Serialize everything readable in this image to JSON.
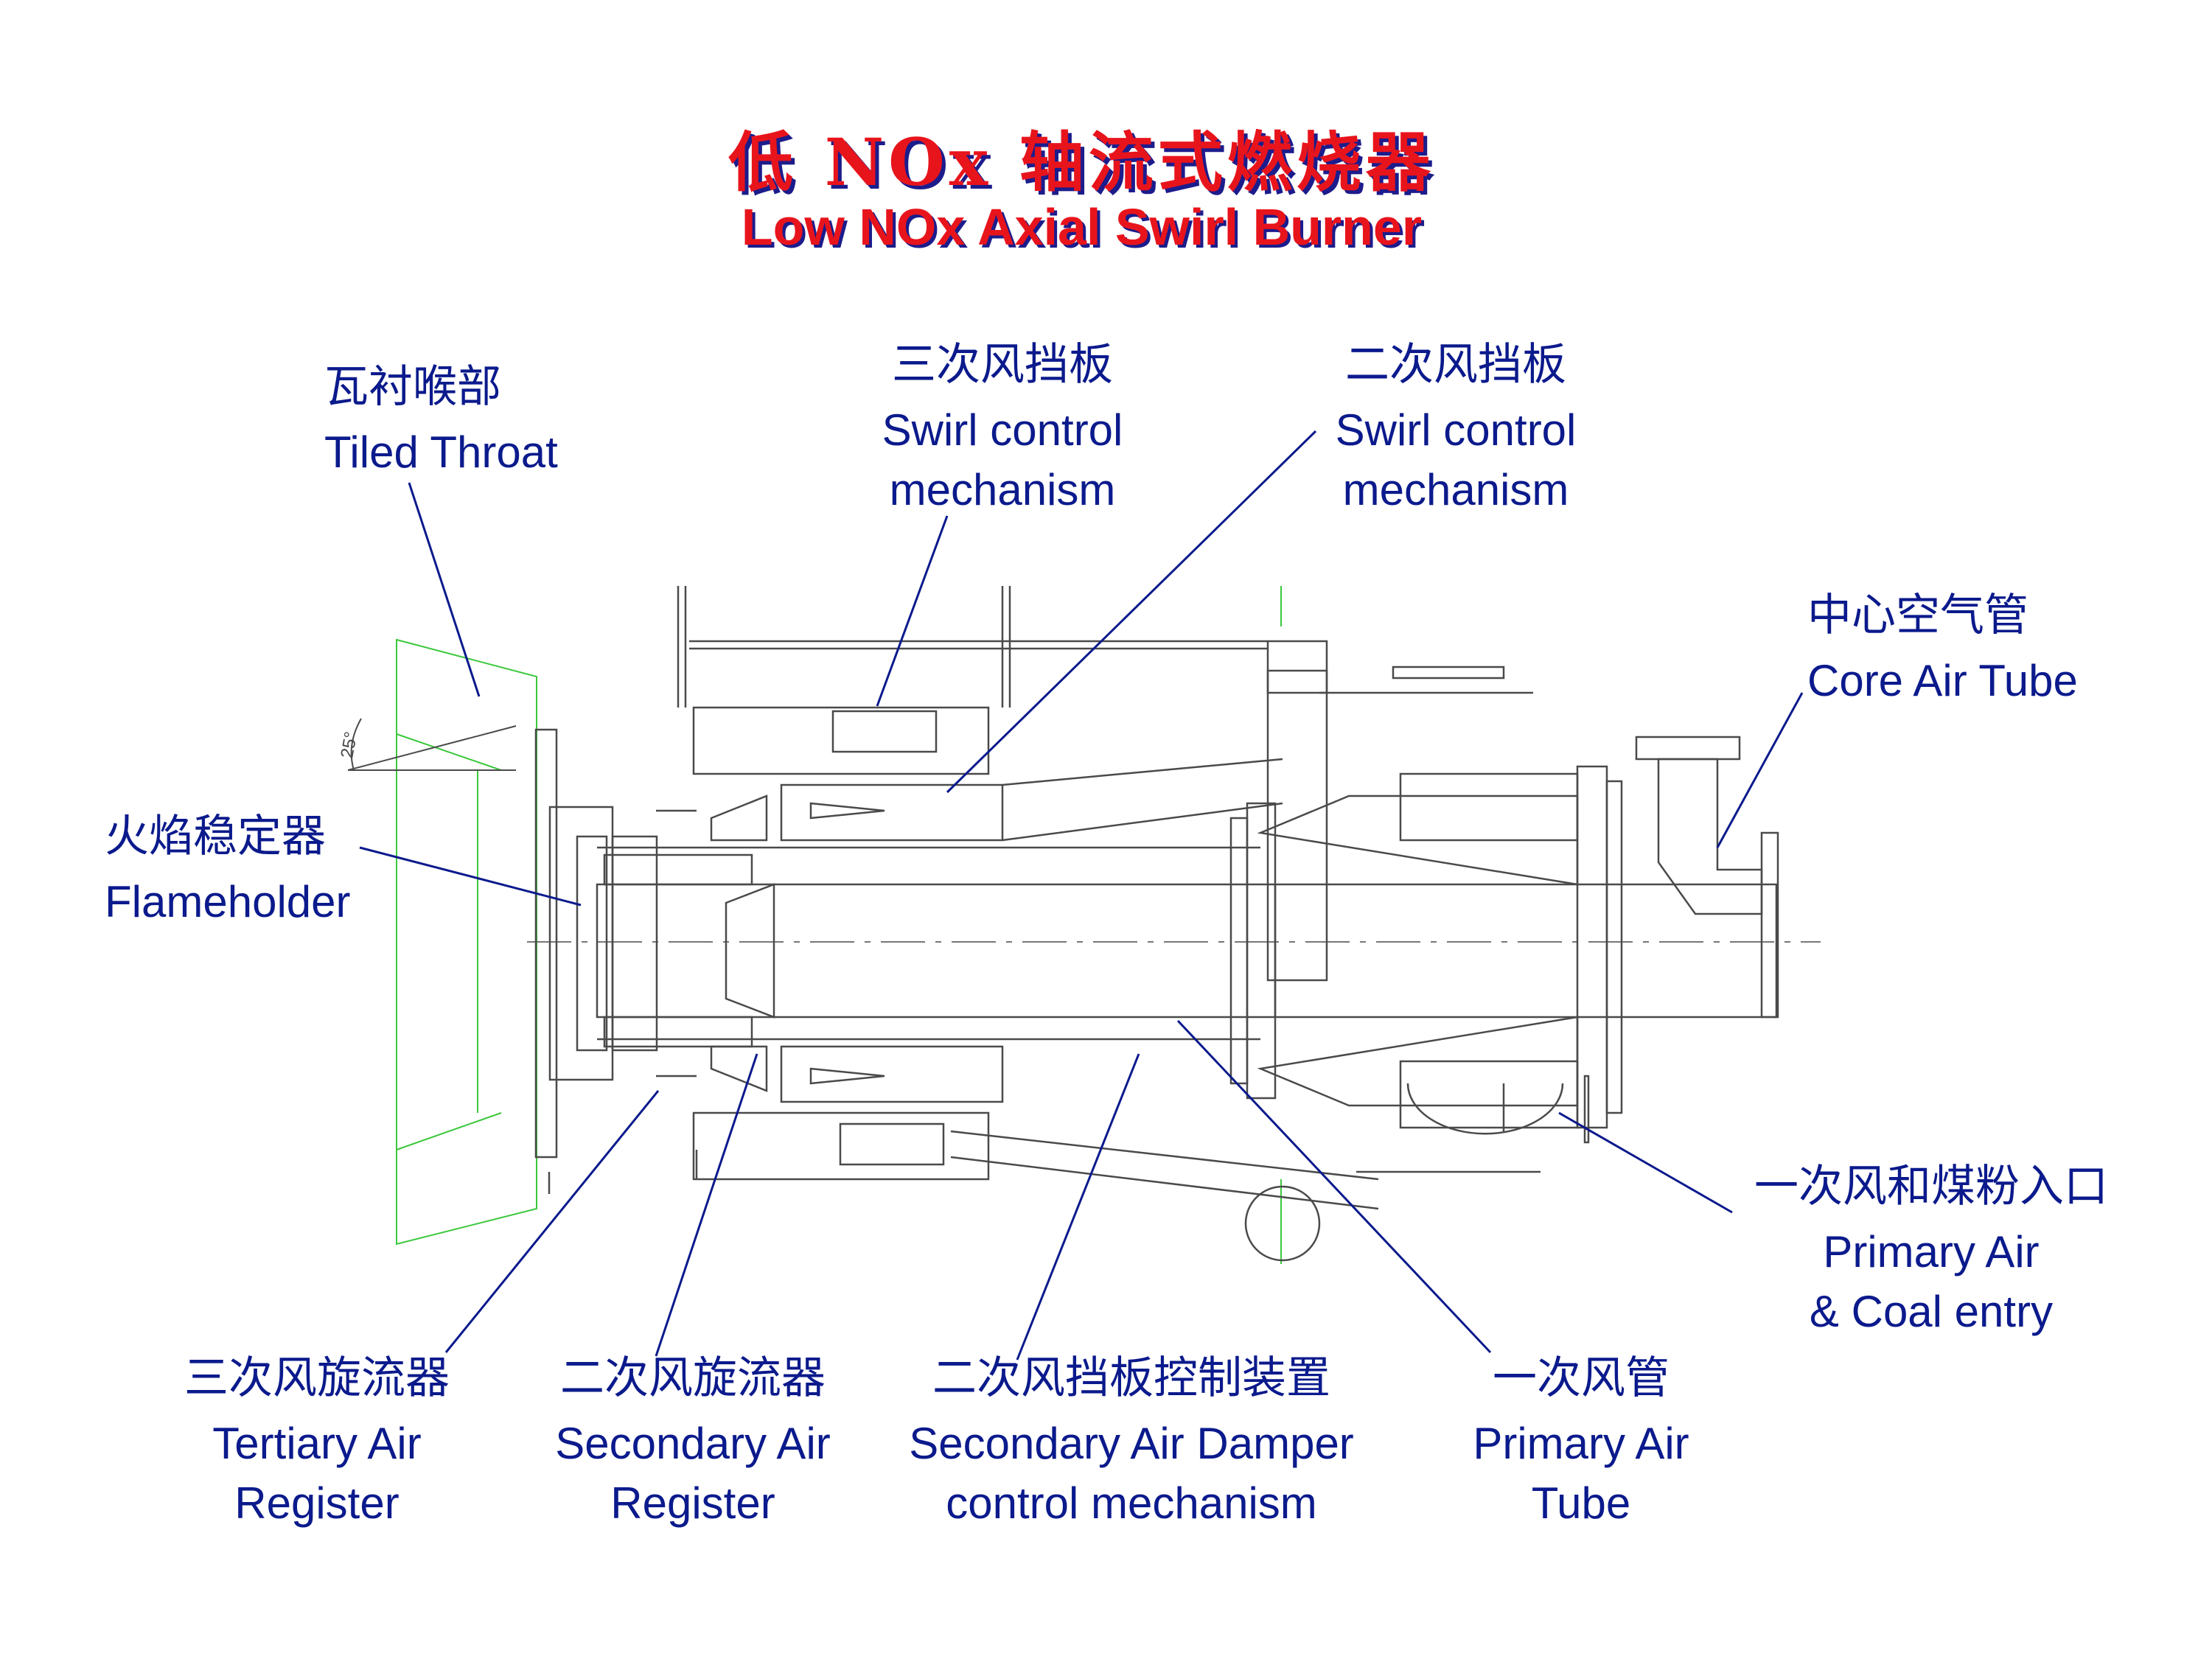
{
  "title": {
    "cn": "低 NOx 轴流式燃烧器",
    "en": "Low NOx Axial Swirl Burner"
  },
  "angle_mark": "25°",
  "labels": {
    "tiled_throat": {
      "cn": "瓦衬喉部",
      "en": "Tiled Throat"
    },
    "tertiary_swirl_control": {
      "cn": "三次风挡板",
      "en1": "Swirl control",
      "en2": "mechanism"
    },
    "secondary_swirl_control": {
      "cn": "二次风挡板",
      "en1": "Swirl control",
      "en2": "mechanism"
    },
    "core_air_tube": {
      "cn": "中心空气管",
      "en": "Core Air Tube"
    },
    "flameholder": {
      "cn": "火焰稳定器",
      "en": "Flameholder"
    },
    "primary_air_coal_entry": {
      "cn": "一次风和煤粉入口",
      "en1": "Primary Air",
      "en2": "& Coal entry"
    },
    "tertiary_air_register": {
      "cn": "三次风旋流器",
      "en1": "Tertiary Air",
      "en2": "Register"
    },
    "secondary_air_register": {
      "cn": "二次风旋流器",
      "en1": "Secondary Air",
      "en2": "Register"
    },
    "secondary_air_damper": {
      "cn": "二次风挡板控制装置",
      "en1": "Secondary Air Damper",
      "en2": "control mechanism"
    },
    "primary_air_tube": {
      "cn": "一次风管",
      "en1": "Primary Air",
      "en2": "Tube"
    }
  },
  "colors": {
    "title_red": "#e8141c",
    "title_shadow": "#1c1c8c",
    "label_blue": "#0b1a8c",
    "drawing_line": "#4a4a4a",
    "throat_green": "#3cc83c"
  }
}
